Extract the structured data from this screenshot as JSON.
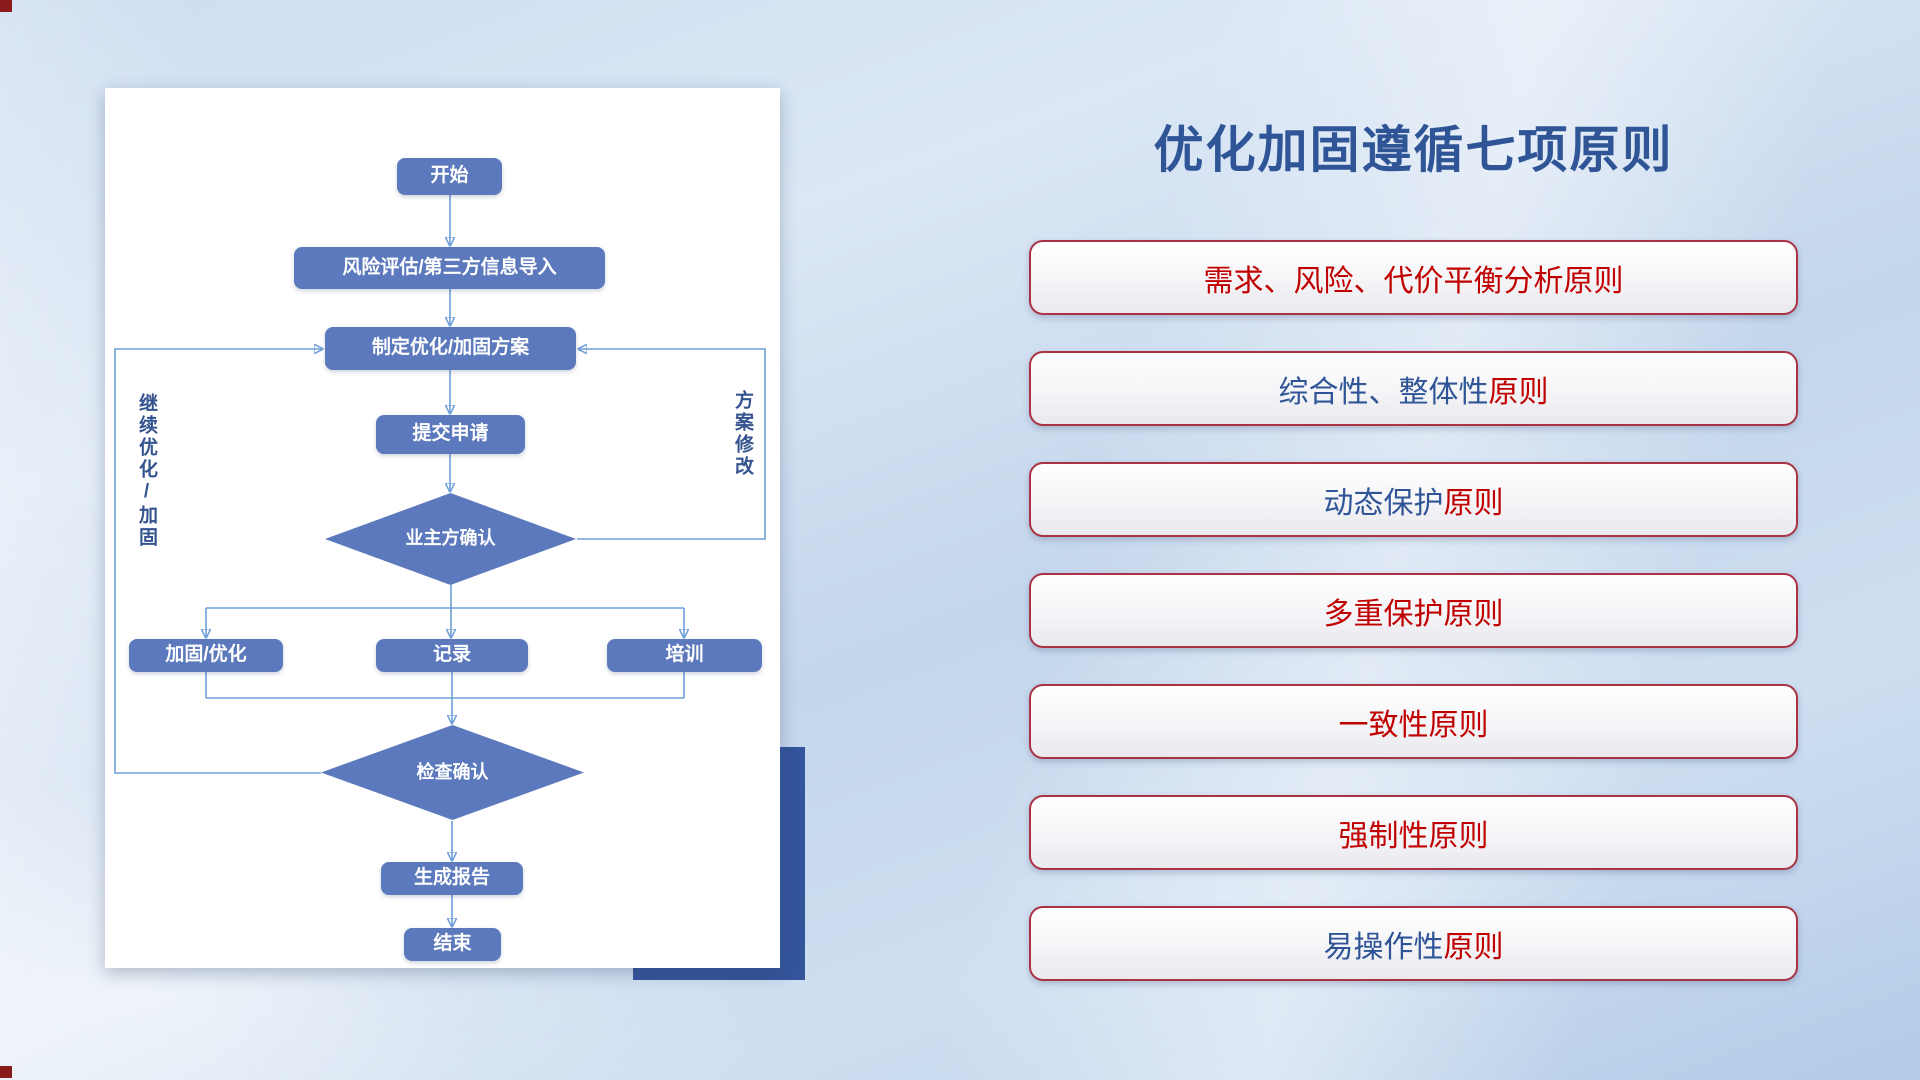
{
  "colors": {
    "accent_blue": "#2F5597",
    "accent_red": "#C00000",
    "node_fill": "#5B79BC",
    "connector": "#6F9FD8",
    "accent_rect": "#34549B"
  },
  "flowchart": {
    "start": "开始",
    "risk_import": "风险评估/第三方信息导入",
    "make_plan": "制定优化/加固方案",
    "submit": "提交申请",
    "owner_confirm": "业主方确认",
    "reinforce": "加固/优化",
    "record": "记录",
    "train": "培训",
    "check_confirm": "检查确认",
    "report": "生成报告",
    "end": "结束",
    "loop_left": "继续优化/加固",
    "loop_right": "方案修改"
  },
  "principles": {
    "title": "优化加固遵循七项原则",
    "items": [
      {
        "blue": "",
        "red": "需求、风险、代价平衡分析原则"
      },
      {
        "blue": "综合性、整体性",
        "red": "原则"
      },
      {
        "blue": "动态保护",
        "red": "原则"
      },
      {
        "blue": "",
        "red": "多重保护原则"
      },
      {
        "blue": "",
        "red": "一致性原则"
      },
      {
        "blue": "",
        "red": "强制性原则"
      },
      {
        "blue": "易操作性",
        "red": "原则"
      }
    ]
  }
}
